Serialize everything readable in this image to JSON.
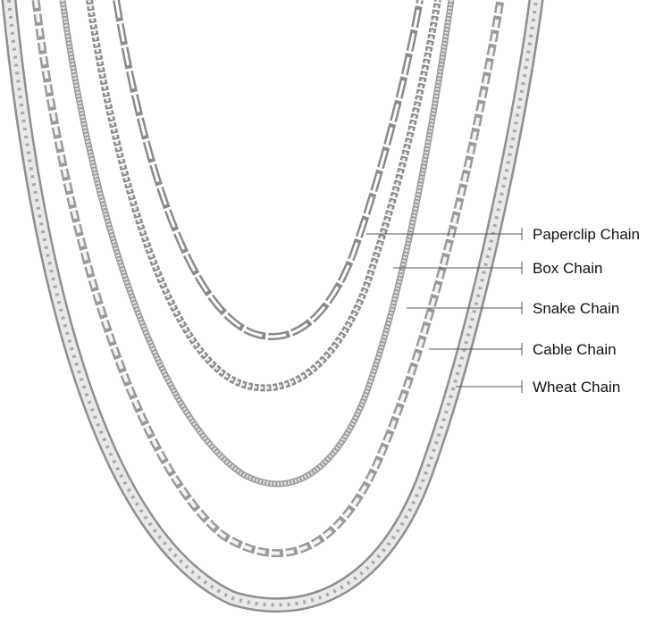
{
  "labels": {
    "paperclip": "Paperclip Chain",
    "box": "Box Chain",
    "snake": "Snake Chain",
    "cable": "Cable Chain",
    "wheat": "Wheat Chain"
  },
  "colors": {
    "background": "#ffffff",
    "chain_light": "#e4e4e4",
    "chain_mid": "#b9b9b9",
    "chain_dark": "#8a8a8a",
    "leader_line": "#555555",
    "label_text": "#111111"
  }
}
